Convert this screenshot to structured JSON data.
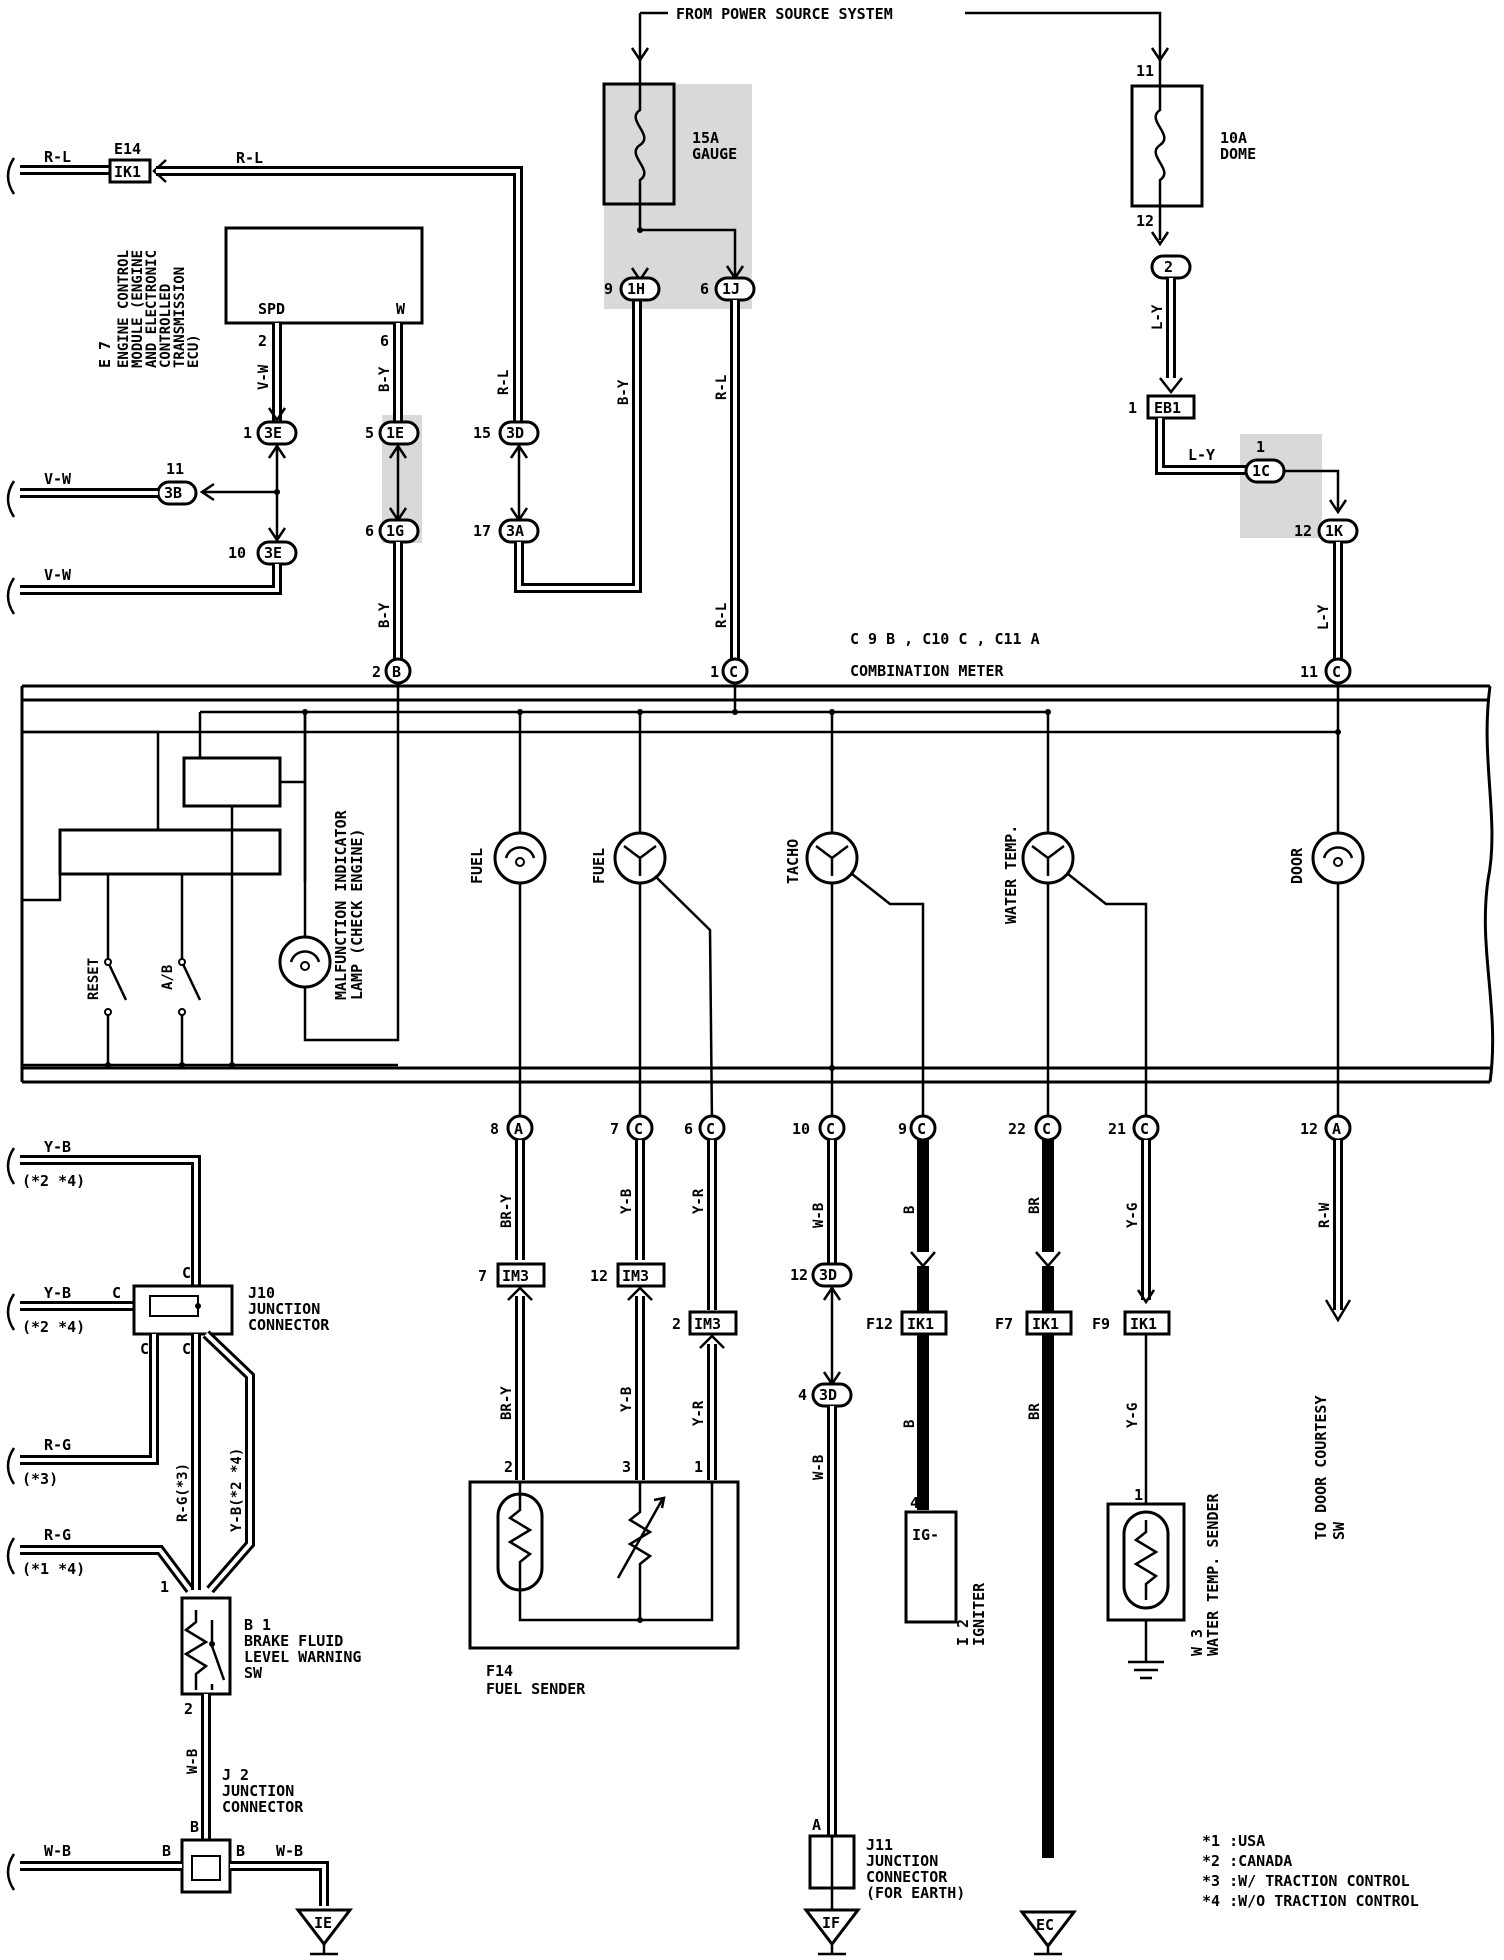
{
  "power": {
    "label": "FROM POWER SOURCE SYSTEM"
  },
  "fuses": {
    "gauge": {
      "line1": "15A",
      "line2": "GAUGE"
    },
    "dome": {
      "line1": "10A",
      "line2": "DOME",
      "pin_in": "11",
      "pin_out": "12"
    }
  },
  "ecm": {
    "code": "E 7",
    "name_lines": [
      "ENGINE CONTROL",
      "MODULE (ENGINE",
      "AND ELECTRONIC",
      "CONTROLLED",
      "TRANSMISSION",
      "ECU)"
    ],
    "pin_spd": "SPD",
    "pin_w": "W",
    "pin2": "2",
    "pin6": "6"
  },
  "top_left": {
    "e14": "E14",
    "ik1": "IK1",
    "rl_a": "R-L",
    "rl_b": "R-L",
    "vw_a": "V-W",
    "vw_b": "V-W",
    "vw_c": "V-W",
    "by": "B-Y",
    "by2": "B-Y",
    "rl_c": "R-L",
    "by3": "B-Y",
    "rl_d": "R-L",
    "rl_e": "R-L",
    "ly": "L-Y",
    "ly2": "L-Y",
    "ly3": "L-Y"
  },
  "connectors": {
    "c3E_1": {
      "pin": "1",
      "id": "3E"
    },
    "c3B": {
      "pin": "11",
      "id": "3B"
    },
    "c3E_10": {
      "pin": "10",
      "id": "3E"
    },
    "c1E": {
      "pin": "5",
      "id": "1E"
    },
    "c1G": {
      "pin": "6",
      "id": "1G"
    },
    "c3D": {
      "pin": "15",
      "id": "3D"
    },
    "c3A": {
      "pin": "17",
      "id": "3A"
    },
    "c1H": {
      "pin": "9",
      "id": "1H"
    },
    "c1J": {
      "pin": "6",
      "id": "1J"
    },
    "c2": {
      "id": "2"
    },
    "eb1": {
      "pin": "1",
      "id": "EB1"
    },
    "c1C": {
      "pin": "1",
      "id": "1C"
    },
    "c1K": {
      "pin": "12",
      "id": "1K"
    }
  },
  "meter": {
    "title": "COMBINATION METER",
    "codes": "C 9 B , C10 C , C11 A",
    "top_pins": [
      {
        "num": "2",
        "letter": "B"
      },
      {
        "num": "1",
        "letter": "C"
      },
      {
        "num": "11",
        "letter": "C"
      }
    ],
    "bottom_pins": [
      {
        "num": "8",
        "letter": "A"
      },
      {
        "num": "7",
        "letter": "C"
      },
      {
        "num": "6",
        "letter": "C"
      },
      {
        "num": "10",
        "letter": "C"
      },
      {
        "num": "9",
        "letter": "C"
      },
      {
        "num": "22",
        "letter": "C"
      },
      {
        "num": "21",
        "letter": "C"
      },
      {
        "num": "12",
        "letter": "A"
      }
    ],
    "gauges": {
      "fuel_lamp": "FUEL",
      "fuel_gauge": "FUEL",
      "tacho": "TACHO",
      "water_temp": "WATER TEMP.",
      "door": "DOOR"
    },
    "mil_line1": "MALFUNCTION INDICATOR",
    "mil_line2": "LAMP (CHECK ENGINE)",
    "reset": "RESET",
    "ab": "A/B"
  },
  "lower_wires": {
    "br_y": "BR-Y",
    "y_b": "Y-B",
    "y_r": "Y-R",
    "w_b": "W-B",
    "b": "B",
    "br": "BR",
    "y_g": "Y-G",
    "r_w": "R-W",
    "br_y2": "BR-Y",
    "y_b2": "Y-B",
    "y_r2": "Y-R",
    "w_b2": "W-B",
    "b2": "B",
    "br2": "BR",
    "y_g2": "Y-G"
  },
  "lower_connectors": {
    "im3_7": {
      "pin": "7",
      "id": "IM3"
    },
    "im3_12": {
      "pin": "12",
      "id": "IM3"
    },
    "im3_2": {
      "pin": "2",
      "id": "IM3"
    },
    "c3D_12": {
      "pin": "12",
      "id": "3D"
    },
    "c3D_4": {
      "pin": "4",
      "id": "3D"
    },
    "ik1_f12": {
      "pin": "F12",
      "id": "IK1"
    },
    "ik1_f7": {
      "pin": "F7",
      "id": "IK1"
    },
    "ik1_f9": {
      "pin": "F9",
      "id": "IK1"
    }
  },
  "fuel_sender": {
    "code": "F14",
    "name": "FUEL SENDER",
    "pin2": "2",
    "pin3": "3",
    "pin1": "1"
  },
  "igniter": {
    "code": "I 2",
    "name": "IGNITER",
    "label": "IG-",
    "pin": "4"
  },
  "water_sender": {
    "code": "W 3",
    "name": "WATER TEMP. SENDER",
    "pin": "1"
  },
  "door_sw": {
    "line1": "TO DOOR COURTESY",
    "line2": "SW"
  },
  "left_side": {
    "yb1": "Y-B",
    "yb1_note": "(*2 *4)",
    "yb2": "Y-B",
    "yb2_note": "(*2 *4)",
    "rg1": "R-G",
    "rg1_note": "(*3)",
    "rg2": "R-G",
    "rg2_note": "(*1 *4)",
    "rg3": "R-G(*3)",
    "yb3": "Y-B(*2 *4)",
    "c_a": "C",
    "c_b": "C",
    "c_c": "C",
    "c_d": "C",
    "wb": "W-B",
    "wb2": "W-B",
    "wb3": "W-B",
    "b_a": "B",
    "b_b": "B",
    "b_c": "B"
  },
  "j10": {
    "code": "J10",
    "line1": "JUNCTION",
    "line2": "CONNECTOR"
  },
  "b1": {
    "code": "B 1",
    "line1": "BRAKE FLUID",
    "line2": "LEVEL WARNING",
    "line3": "SW",
    "pin1": "1",
    "pin2": "2"
  },
  "j2": {
    "code": "J 2",
    "line1": "JUNCTION",
    "line2": "CONNECTOR"
  },
  "j11": {
    "code": "J11",
    "line1": "JUNCTION",
    "line2": "CONNECTOR",
    "line3": "(FOR EARTH)",
    "pin": "A"
  },
  "grounds": {
    "ie": "IE",
    "if": "IF",
    "ec": "EC"
  },
  "notes": [
    "*1 :USA",
    "*2 :CANADA",
    "*3 :W/ TRACTION CONTROL",
    "*4 :W/O TRACTION CONTROL"
  ]
}
